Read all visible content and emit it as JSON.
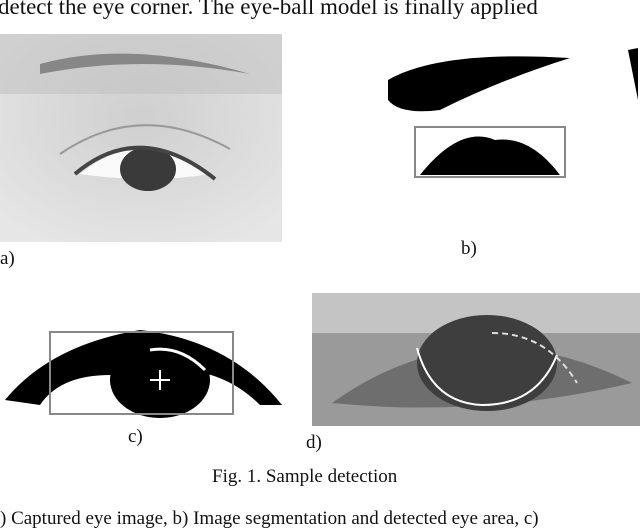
{
  "body_text_top": "detect the eye corner. The eye-ball model is finally applied",
  "panels": {
    "a": {
      "label": "a)"
    },
    "b": {
      "label": "b)"
    },
    "c": {
      "label": "c)"
    },
    "d": {
      "label": "d)"
    }
  },
  "figure_caption": "Fig. 1. Sample detection",
  "subcaption_partial": ") Captured eye image, b) Image segmentation and detected eye area, c)"
}
